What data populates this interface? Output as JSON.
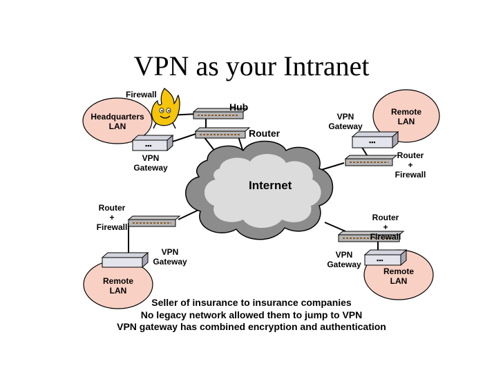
{
  "slide": {
    "title": "VPN as your Intranet"
  },
  "labels": {
    "firewall": "Firewall",
    "hub": "Hub",
    "router": "Router",
    "hq_lan": "Headquarters\nLAN",
    "vpn_gateway_hq": "VPN\nGateway",
    "internet": "Internet",
    "vpn_gateway_ne": "VPN\nGateway",
    "remote_lan_ne": "Remote\nLAN",
    "router_firewall_ne": "Router\n+\nFirewall",
    "router_firewall_w": "Router\n+\nFirewall",
    "vpn_gateway_sw": "VPN\nGateway",
    "remote_lan_sw": "Remote\nLAN",
    "router_firewall_se": "Router\n+\nFirewall",
    "vpn_gateway_se": "VPN\nGateway",
    "remote_lan_se": "Remote\nLAN"
  },
  "caption": {
    "line1": "Seller of insurance to insurance companies",
    "line2": "No legacy network allowed them to jump to VPN",
    "line3": "VPN gateway has combined encryption and authentication"
  },
  "colors": {
    "lan_fill": "#f8d0c4",
    "cloud_dark": "#8c8c8c",
    "cloud_light": "#dcdcdc",
    "device_body": "#e4e4ec",
    "firewall_fire": "#f6c40a"
  }
}
